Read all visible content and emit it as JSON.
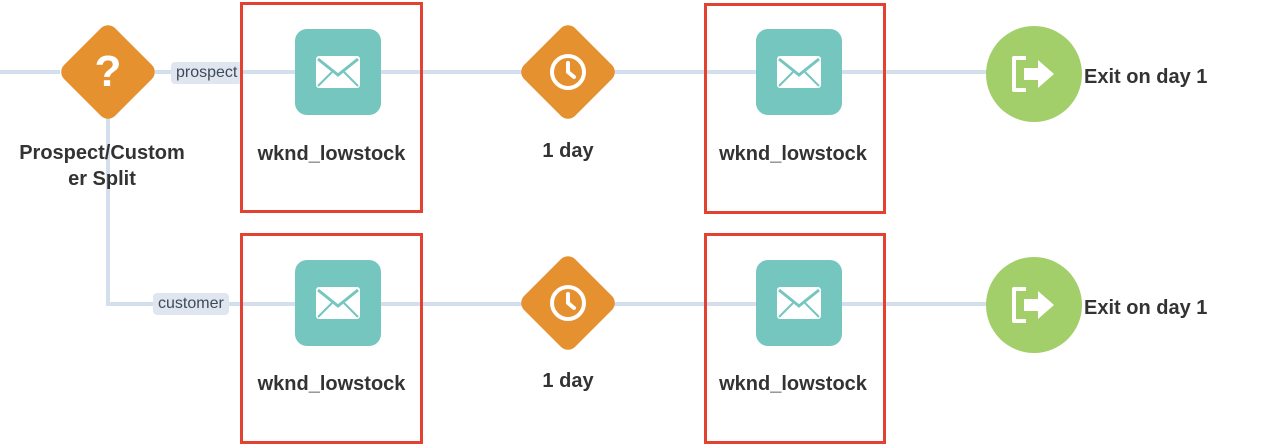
{
  "split": {
    "icon": "question-icon",
    "symbol": "?",
    "label": "Prospect/Customer Split"
  },
  "branches": [
    {
      "label": "prospect",
      "email_1": {
        "icon": "envelope-icon",
        "name": "wknd_lowstock"
      },
      "wait": {
        "icon": "clock-icon",
        "label": "1 day"
      },
      "email_2": {
        "icon": "envelope-icon",
        "name": "wknd_lowstock"
      },
      "exit": {
        "icon": "exit-door-icon",
        "label": "Exit on day 1"
      }
    },
    {
      "label": "customer",
      "email_1": {
        "icon": "envelope-icon",
        "name": "wknd_lowstock"
      },
      "wait": {
        "icon": "clock-icon",
        "label": "1 day"
      },
      "email_2": {
        "icon": "envelope-icon",
        "name": "wknd_lowstock"
      },
      "exit": {
        "icon": "exit-door-icon",
        "label": "Exit on day 1"
      }
    }
  ],
  "colors": {
    "decision": "#e5912f",
    "email": "#74c6bf",
    "exit": "#a3cf6a",
    "connector": "#d4dfee",
    "highlight": "#e2422f"
  }
}
